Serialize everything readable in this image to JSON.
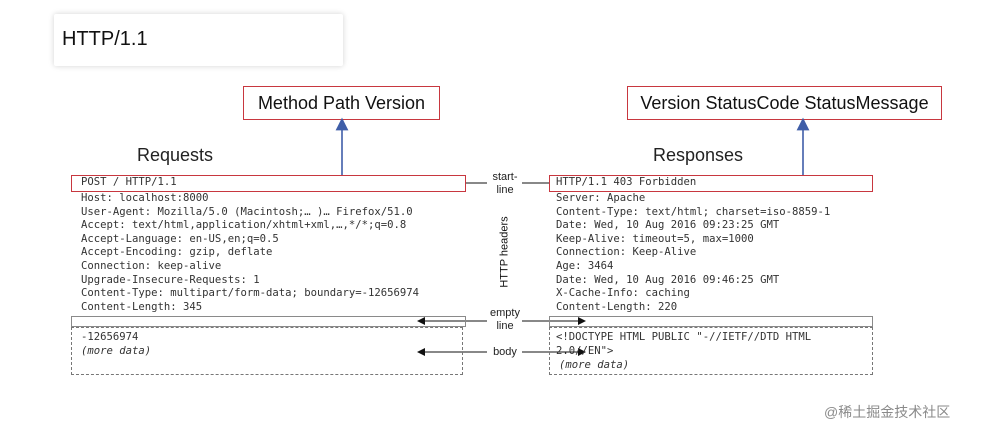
{
  "card": {
    "title": "HTTP/1.1"
  },
  "request": {
    "heading": "Requests",
    "callout": "Method Path Version",
    "start_line": "POST / HTTP/1.1",
    "headers": [
      "Host: localhost:8000",
      "User-Agent: Mozilla/5.0 (Macintosh;… )… Firefox/51.0",
      "Accept: text/html,application/xhtml+xml,…,*/*;q=0.8",
      "Accept-Language: en-US,en;q=0.5",
      "Accept-Encoding: gzip, deflate",
      "Connection: keep-alive",
      "Upgrade-Insecure-Requests: 1",
      "Content-Type: multipart/form-data; boundary=-12656974",
      "Content-Length: 345"
    ],
    "body_line1": "-12656974",
    "body_line2": "(more data)"
  },
  "response": {
    "heading": "Responses",
    "callout": "Version StatusCode StatusMessage",
    "start_line": "HTTP/1.1 403 Forbidden",
    "headers": [
      "Server: Apache",
      "Content-Type: text/html; charset=iso-8859-1",
      "Date: Wed, 10 Aug 2016 09:23:25 GMT",
      "Keep-Alive: timeout=5, max=1000",
      "Connection: Keep-Alive",
      "Age: 3464",
      "Date: Wed, 10 Aug 2016 09:46:25 GMT",
      "X-Cache-Info: caching",
      "Content-Length: 220"
    ],
    "body_line1": "<!DOCTYPE HTML PUBLIC \"-//IETF//DTD HTML",
    "body_line2": "2.0//EN\">",
    "body_line3": "(more data)"
  },
  "middle": {
    "start_line_1": "start-",
    "start_line_2": "line",
    "http_headers": "HTTP headers",
    "empty_line_1": "empty",
    "empty_line_2": "line",
    "body": "body"
  },
  "watermark": "@稀土掘金技术社区",
  "colors": {
    "accent_red": "#c8373f",
    "arrow_blue": "#3f5ea8"
  }
}
